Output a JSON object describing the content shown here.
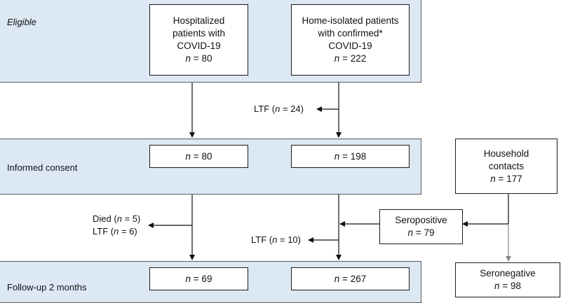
{
  "stages": {
    "eligible": "Eligible",
    "consent": "Informed consent",
    "followup": "Follow-up 2 months"
  },
  "n_symbol": "n",
  "eq": "=",
  "hospitalized": {
    "line1": "Hospitalized",
    "line2": "patients with",
    "line3": "COVID-19",
    "n": "80"
  },
  "home_isolated": {
    "line1": "Home-isolated patients",
    "line2": "with confirmed*",
    "line3": "COVID-19",
    "n": "222"
  },
  "consent_hosp_n": "80",
  "consent_home_n": "198",
  "followup_hosp_n": "69",
  "followup_home_n": "267",
  "household": {
    "line1": "Household",
    "line2": "contacts",
    "n": "177"
  },
  "seropositive": {
    "label": "Seropositive",
    "n": "79"
  },
  "seronegative": {
    "label": "Seronegative",
    "n": "98"
  },
  "ltf": {
    "label": "LTF",
    "first_n": "24",
    "second_n": "10",
    "hosp_n": "6"
  },
  "died": {
    "label": "Died",
    "n": "5"
  }
}
